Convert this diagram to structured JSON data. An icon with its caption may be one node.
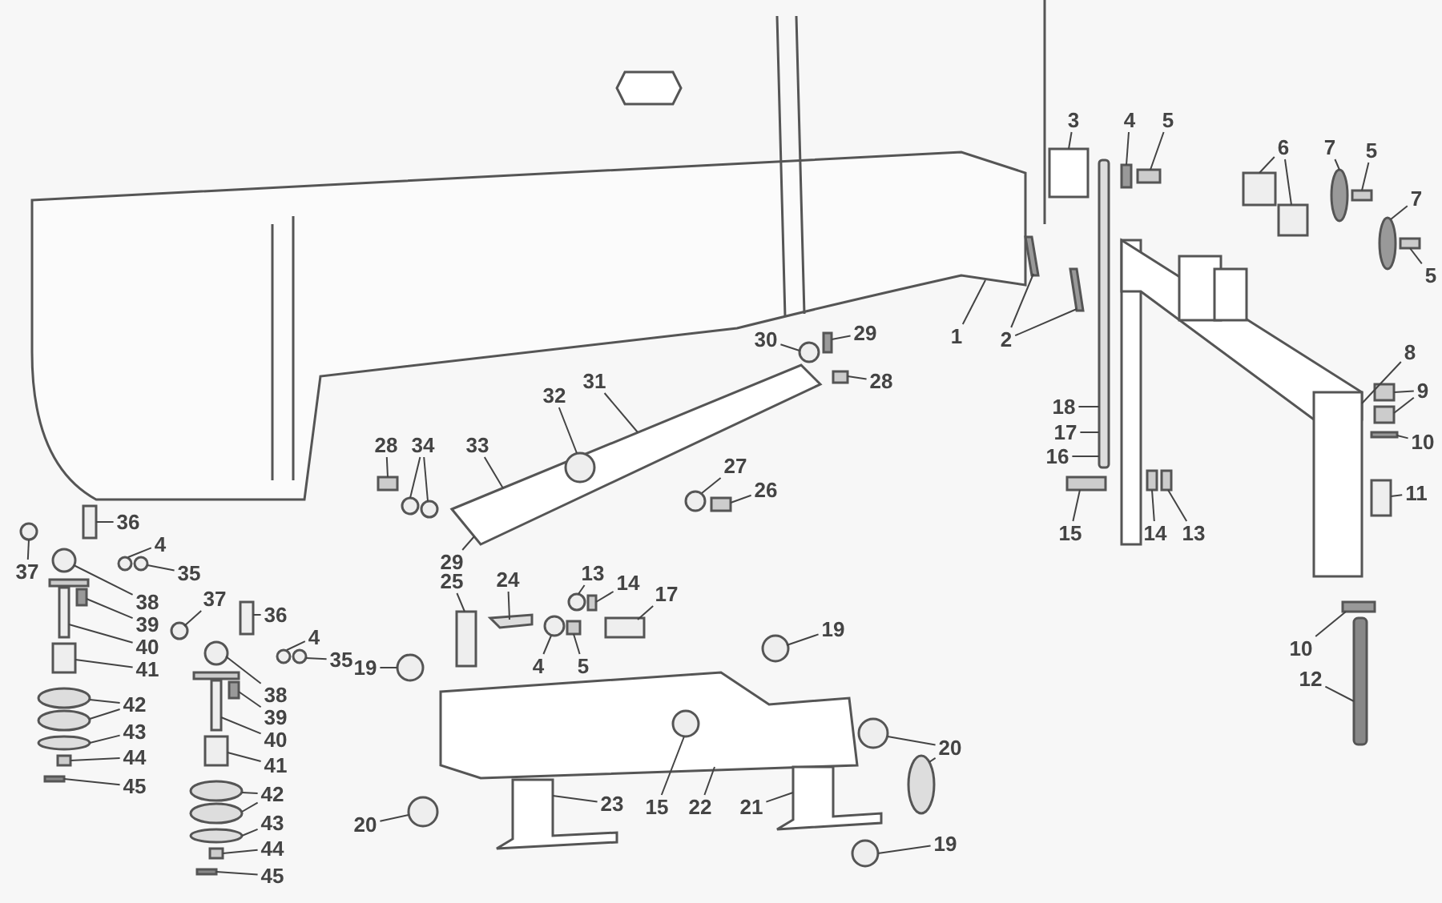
{
  "diagram": {
    "nodes": [
      {
        "text": [
          "1"
        ]
      },
      {
        "text": [
          "2"
        ]
      },
      {
        "text": [
          "3"
        ]
      },
      {
        "text": [
          "4"
        ]
      },
      {
        "text": [
          "5"
        ]
      },
      {
        "text": [
          "6"
        ]
      },
      {
        "text": [
          "7"
        ]
      },
      {
        "text": [
          "5"
        ]
      },
      {
        "text": [
          "7"
        ]
      },
      {
        "text": [
          "5"
        ]
      },
      {
        "text": [
          "8"
        ]
      },
      {
        "text": [
          "9"
        ]
      },
      {
        "text": [
          "10"
        ]
      },
      {
        "text": [
          "11"
        ]
      },
      {
        "text": [
          "18"
        ]
      },
      {
        "text": [
          "17"
        ]
      },
      {
        "text": [
          "16"
        ]
      },
      {
        "text": [
          "15"
        ]
      },
      {
        "text": [
          "14"
        ]
      },
      {
        "text": [
          "13"
        ]
      },
      {
        "text": [
          "10"
        ]
      },
      {
        "text": [
          "12"
        ]
      },
      {
        "text": [
          "30"
        ]
      },
      {
        "text": [
          "29"
        ]
      },
      {
        "text": [
          "28"
        ]
      },
      {
        "text": [
          "31"
        ]
      },
      {
        "text": [
          "32"
        ]
      },
      {
        "text": [
          "33"
        ]
      },
      {
        "text": [
          "28"
        ]
      },
      {
        "text": [
          "34"
        ]
      },
      {
        "text": [
          "27"
        ]
      },
      {
        "text": [
          "26"
        ]
      },
      {
        "text": [
          "36"
        ]
      },
      {
        "text": [
          "4"
        ]
      },
      {
        "text": [
          "35"
        ]
      },
      {
        "text": [
          "37"
        ]
      },
      {
        "text": [
          "29"
        ]
      },
      {
        "text": [
          "25"
        ]
      },
      {
        "text": [
          "24"
        ]
      },
      {
        "text": [
          "13"
        ]
      },
      {
        "text": [
          "14"
        ]
      },
      {
        "text": [
          "17"
        ]
      },
      {
        "text": [
          "38"
        ]
      },
      {
        "text": [
          "37"
        ]
      },
      {
        "text": [
          "36"
        ]
      },
      {
        "text": [
          "39"
        ]
      },
      {
        "text": [
          "19"
        ]
      },
      {
        "text": [
          "19"
        ]
      },
      {
        "text": [
          "4"
        ]
      },
      {
        "text": [
          "40"
        ]
      },
      {
        "text": [
          "35"
        ]
      },
      {
        "text": [
          "41"
        ]
      },
      {
        "text": [
          "4"
        ]
      },
      {
        "text": [
          "5"
        ]
      },
      {
        "text": [
          "38"
        ]
      },
      {
        "text": [
          "42"
        ]
      },
      {
        "text": [
          "39"
        ]
      },
      {
        "text": [
          "43"
        ]
      },
      {
        "text": [
          "40"
        ]
      },
      {
        "text": [
          "20"
        ]
      },
      {
        "text": [
          "44"
        ]
      },
      {
        "text": [
          "41"
        ]
      },
      {
        "text": [
          "45"
        ]
      },
      {
        "text": [
          "42"
        ]
      },
      {
        "text": [
          "23"
        ]
      },
      {
        "text": [
          "15"
        ]
      },
      {
        "text": [
          "22"
        ]
      },
      {
        "text": [
          "21"
        ]
      },
      {
        "text": [
          "43"
        ]
      },
      {
        "text": [
          "20"
        ]
      },
      {
        "text": [
          "19"
        ]
      },
      {
        "text": [
          "44"
        ]
      },
      {
        "text": [
          "45"
        ]
      },
      {
        "text": [],
        "shape": "box"
      },
      {
        "text": [],
        "shape": "bar"
      },
      {
        "text": [],
        "shape": "bar"
      },
      {
        "text": [],
        "shape": "box"
      },
      {
        "text": [],
        "shape": "box"
      },
      {
        "text": [],
        "shape": "box"
      },
      {
        "text": [],
        "shape": "box"
      },
      {
        "text": [],
        "shape": "box"
      },
      {
        "text": [],
        "shape": "circle"
      },
      {
        "text": [],
        "shape": "box"
      },
      {
        "text": [],
        "shape": "circle"
      },
      {
        "text": [],
        "shape": "box"
      },
      {
        "text": [],
        "shape": "box"
      },
      {
        "text": [],
        "shape": "box"
      },
      {
        "text": [],
        "shape": "box"
      },
      {
        "text": [],
        "shape": "box"
      },
      {
        "text": [],
        "shape": "box"
      },
      {
        "text": [],
        "shape": "bar"
      },
      {
        "text": [],
        "shape": "box"
      },
      {
        "text": [],
        "shape": "box"
      },
      {
        "text": [],
        "shape": "box"
      },
      {
        "text": [],
        "shape": "box"
      },
      {
        "text": [],
        "shape": "bar"
      },
      {
        "text": [],
        "shape": "circle"
      },
      {
        "text": [],
        "shape": "box"
      },
      {
        "text": [],
        "shape": "box"
      },
      {
        "text": [],
        "shape": "bar"
      },
      {
        "text": [],
        "shape": "circle",
        "in": 99
      },
      {
        "text": [],
        "shape": "box"
      },
      {
        "text": [],
        "shape": "circle"
      },
      {
        "text": [],
        "shape": "circle"
      },
      {
        "text": [],
        "shape": "circle"
      },
      {
        "text": [],
        "shape": "box"
      },
      {
        "text": [],
        "shape": "box"
      },
      {
        "text": [],
        "shape": "circle"
      },
      {
        "text": [],
        "shape": "circle"
      },
      {
        "text": [],
        "shape": "circle"
      },
      {
        "text": [],
        "shape": "box"
      },
      {
        "text": [],
        "shape": "box"
      },
      {
        "text": [],
        "shape": "circle"
      },
      {
        "text": [],
        "shape": "box"
      },
      {
        "text": [],
        "shape": "box"
      },
      {
        "text": [],
        "shape": "circle"
      },
      {
        "text": [],
        "shape": "circle"
      },
      {
        "text": [],
        "shape": "box"
      },
      {
        "text": [],
        "shape": "box"
      },
      {
        "text": [],
        "shape": "circle"
      },
      {
        "text": [],
        "shape": "circle"
      },
      {
        "text": [],
        "shape": "circle"
      },
      {
        "text": [],
        "shape": "box"
      },
      {
        "text": [],
        "shape": "circle"
      },
      {
        "text": [],
        "shape": "box"
      },
      {
        "text": [],
        "shape": "circle"
      },
      {
        "text": [],
        "shape": "box"
      },
      {
        "text": [],
        "shape": "circle"
      },
      {
        "text": [],
        "shape": "circle"
      },
      {
        "text": [],
        "shape": "circle"
      },
      {
        "text": [],
        "shape": "box"
      },
      {
        "text": [],
        "shape": "circle"
      },
      {
        "text": [],
        "shape": "box"
      },
      {
        "text": [],
        "shape": "circle"
      },
      {
        "text": [],
        "shape": "circle"
      },
      {
        "text": [],
        "shape": "box"
      },
      {
        "text": [],
        "shape": "box"
      },
      {
        "text": [],
        "shape": "box"
      },
      {
        "text": [],
        "shape": "circle"
      },
      {
        "text": [],
        "shape": "circle"
      },
      {
        "text": [],
        "shape": "box"
      },
      {
        "text": [],
        "shape": "circle",
        "in": 142
      },
      {
        "text": [],
        "shape": "box"
      },
      {
        "text": [],
        "shape": "box"
      },
      {
        "text": [],
        "shape": "circle"
      },
      {
        "text": [],
        "shape": "circle"
      },
      {
        "text": [],
        "shape": "circle"
      },
      {
        "text": [],
        "shape": "box"
      },
      {
        "text": [],
        "shape": "box"
      }
    ],
    "edges": [
      {
        "from": 0,
        "to": 73,
        "arrow": "none"
      },
      {
        "from": 1,
        "to": 74,
        "arrow": "none"
      },
      {
        "from": 1,
        "to": 75,
        "arrow": "none"
      },
      {
        "from": 2,
        "to": 76,
        "arrow": "none"
      },
      {
        "from": 3,
        "to": 77,
        "arrow": "none"
      },
      {
        "from": 4,
        "to": 78,
        "arrow": "none"
      },
      {
        "from": 5,
        "to": 79,
        "arrow": "none"
      },
      {
        "from": 5,
        "to": 80,
        "arrow": "none"
      },
      {
        "from": 6,
        "to": 81,
        "arrow": "none"
      },
      {
        "from": 7,
        "to": 82,
        "arrow": "none"
      },
      {
        "from": 8,
        "to": 83,
        "arrow": "none"
      },
      {
        "from": 9,
        "to": 84,
        "arrow": "none"
      },
      {
        "from": 10,
        "to": 85,
        "arrow": "none"
      },
      {
        "from": 11,
        "to": 86,
        "arrow": "none"
      },
      {
        "from": 11,
        "to": 87,
        "arrow": "none"
      },
      {
        "from": 12,
        "to": 88,
        "arrow": "none"
      },
      {
        "from": 13,
        "to": 89,
        "arrow": "none"
      },
      {
        "from": 14,
        "to": 90,
        "arrow": "none"
      },
      {
        "from": 15,
        "to": 90,
        "arrow": "none"
      },
      {
        "from": 16,
        "to": 90,
        "arrow": "none"
      },
      {
        "from": 17,
        "to": 91,
        "arrow": "none"
      },
      {
        "from": 18,
        "to": 92,
        "arrow": "none"
      },
      {
        "from": 19,
        "to": 93,
        "arrow": "none"
      },
      {
        "from": 20,
        "to": 94,
        "arrow": "none"
      },
      {
        "from": 21,
        "to": 95,
        "arrow": "none"
      },
      {
        "from": 22,
        "to": 96,
        "arrow": "none"
      },
      {
        "from": 23,
        "to": 97,
        "arrow": "none"
      },
      {
        "from": 24,
        "to": 98,
        "arrow": "none"
      },
      {
        "from": 25,
        "to": 99,
        "arrow": "none"
      },
      {
        "from": 26,
        "to": 100,
        "arrow": "none"
      },
      {
        "from": 27,
        "to": 99,
        "arrow": "none"
      },
      {
        "from": 28,
        "to": 101,
        "arrow": "none"
      },
      {
        "from": 29,
        "to": 102,
        "arrow": "none"
      },
      {
        "from": 29,
        "to": 103,
        "arrow": "none"
      },
      {
        "from": 30,
        "to": 104,
        "arrow": "none"
      },
      {
        "from": 31,
        "to": 105,
        "arrow": "none"
      },
      {
        "from": 32,
        "to": 106,
        "arrow": "none"
      },
      {
        "from": 33,
        "to": 107,
        "arrow": "none"
      },
      {
        "from": 34,
        "to": 108,
        "arrow": "none"
      },
      {
        "from": 35,
        "to": 109,
        "arrow": "none"
      },
      {
        "from": 36,
        "to": 99,
        "arrow": "none"
      },
      {
        "from": 37,
        "to": 110,
        "arrow": "none"
      },
      {
        "from": 38,
        "to": 111,
        "arrow": "none"
      },
      {
        "from": 39,
        "to": 112,
        "arrow": "none"
      },
      {
        "from": 40,
        "to": 113,
        "arrow": "none"
      },
      {
        "from": 41,
        "to": 114,
        "arrow": "none"
      },
      {
        "from": 42,
        "to": 115,
        "arrow": "none"
      },
      {
        "from": 43,
        "to": 116,
        "arrow": "none"
      },
      {
        "from": 44,
        "to": 117,
        "arrow": "none"
      },
      {
        "from": 45,
        "to": 118,
        "arrow": "none"
      },
      {
        "from": 46,
        "to": 119,
        "arrow": "none"
      },
      {
        "from": 47,
        "to": 120,
        "arrow": "none"
      },
      {
        "from": 48,
        "to": 121,
        "arrow": "none"
      },
      {
        "from": 49,
        "to": 122,
        "arrow": "none"
      },
      {
        "from": 50,
        "to": 123,
        "arrow": "none"
      },
      {
        "from": 51,
        "to": 124,
        "arrow": "none"
      },
      {
        "from": 52,
        "to": 125,
        "arrow": "none"
      },
      {
        "from": 53,
        "to": 126,
        "arrow": "none"
      },
      {
        "from": 54,
        "to": 127,
        "arrow": "none"
      },
      {
        "from": 55,
        "to": 128,
        "arrow": "none"
      },
      {
        "from": 55,
        "to": 129,
        "arrow": "none"
      },
      {
        "from": 56,
        "to": 130,
        "arrow": "none"
      },
      {
        "from": 57,
        "to": 131,
        "arrow": "none"
      },
      {
        "from": 58,
        "to": 132,
        "arrow": "none"
      },
      {
        "from": 59,
        "to": 133,
        "arrow": "none"
      },
      {
        "from": 59,
        "to": 134,
        "arrow": "none"
      },
      {
        "from": 60,
        "to": 135,
        "arrow": "none"
      },
      {
        "from": 61,
        "to": 136,
        "arrow": "none"
      },
      {
        "from": 62,
        "to": 137,
        "arrow": "none"
      },
      {
        "from": 63,
        "to": 138,
        "arrow": "none"
      },
      {
        "from": 63,
        "to": 139,
        "arrow": "none"
      },
      {
        "from": 64,
        "to": 140,
        "arrow": "none"
      },
      {
        "from": 65,
        "to": 141,
        "arrow": "none"
      },
      {
        "from": 66,
        "to": 142,
        "arrow": "none"
      },
      {
        "from": 67,
        "to": 143,
        "arrow": "none"
      },
      {
        "from": 68,
        "to": 144,
        "arrow": "none"
      },
      {
        "from": 69,
        "to": 145,
        "arrow": "none"
      },
      {
        "from": 70,
        "to": 146,
        "arrow": "none"
      },
      {
        "from": 71,
        "to": 147,
        "arrow": "none"
      },
      {
        "from": 72,
        "to": 148,
        "arrow": "none"
      }
    ]
  }
}
